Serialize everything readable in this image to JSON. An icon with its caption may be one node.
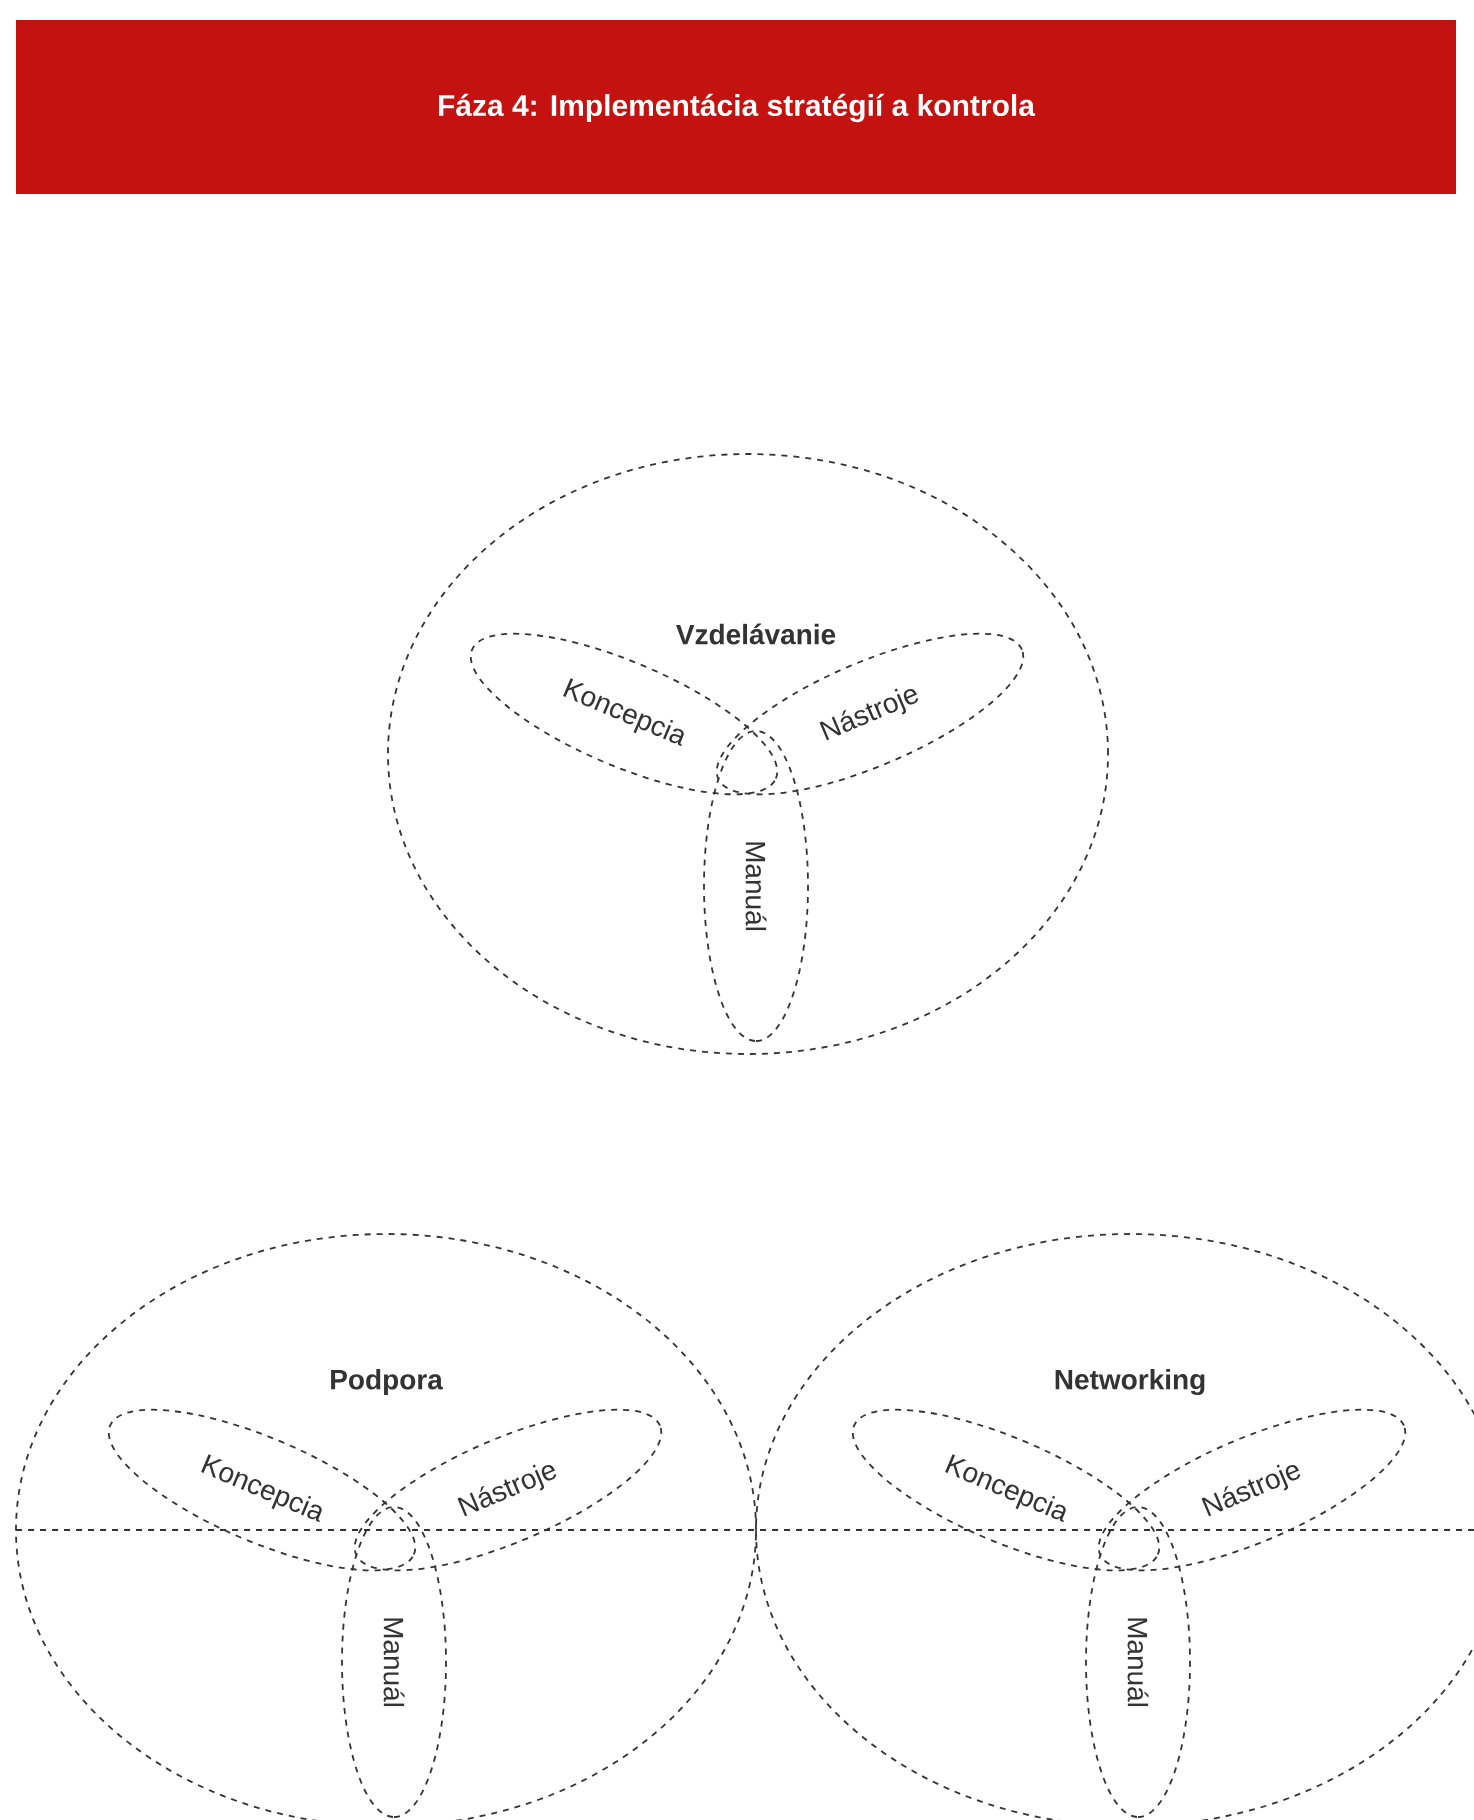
{
  "diagram": {
    "title": "Fáza 4: Implementácia stratégií a kontrola",
    "nodes": [
      {
        "text": [
          "Vzdelávanie"
        ]
      },
      {
        "text": [
          "Koncepcia"
        ],
        "in": 0
      },
      {
        "text": [
          "Nástroje"
        ],
        "in": 0
      },
      {
        "text": [
          "Manuál"
        ],
        "in": 0
      },
      {
        "text": [
          "Podpora"
        ]
      },
      {
        "text": [
          "Koncepcia"
        ],
        "in": 4
      },
      {
        "text": [
          "Nástroje"
        ],
        "in": 4
      },
      {
        "text": [
          "Manuál"
        ],
        "in": 4
      },
      {
        "text": [
          "Networking"
        ]
      },
      {
        "text": [
          "Koncepcia"
        ],
        "in": 8
      },
      {
        "text": [
          "Nástroje"
        ],
        "in": 8
      },
      {
        "text": [
          "Manuál"
        ],
        "in": 8
      }
    ]
  }
}
